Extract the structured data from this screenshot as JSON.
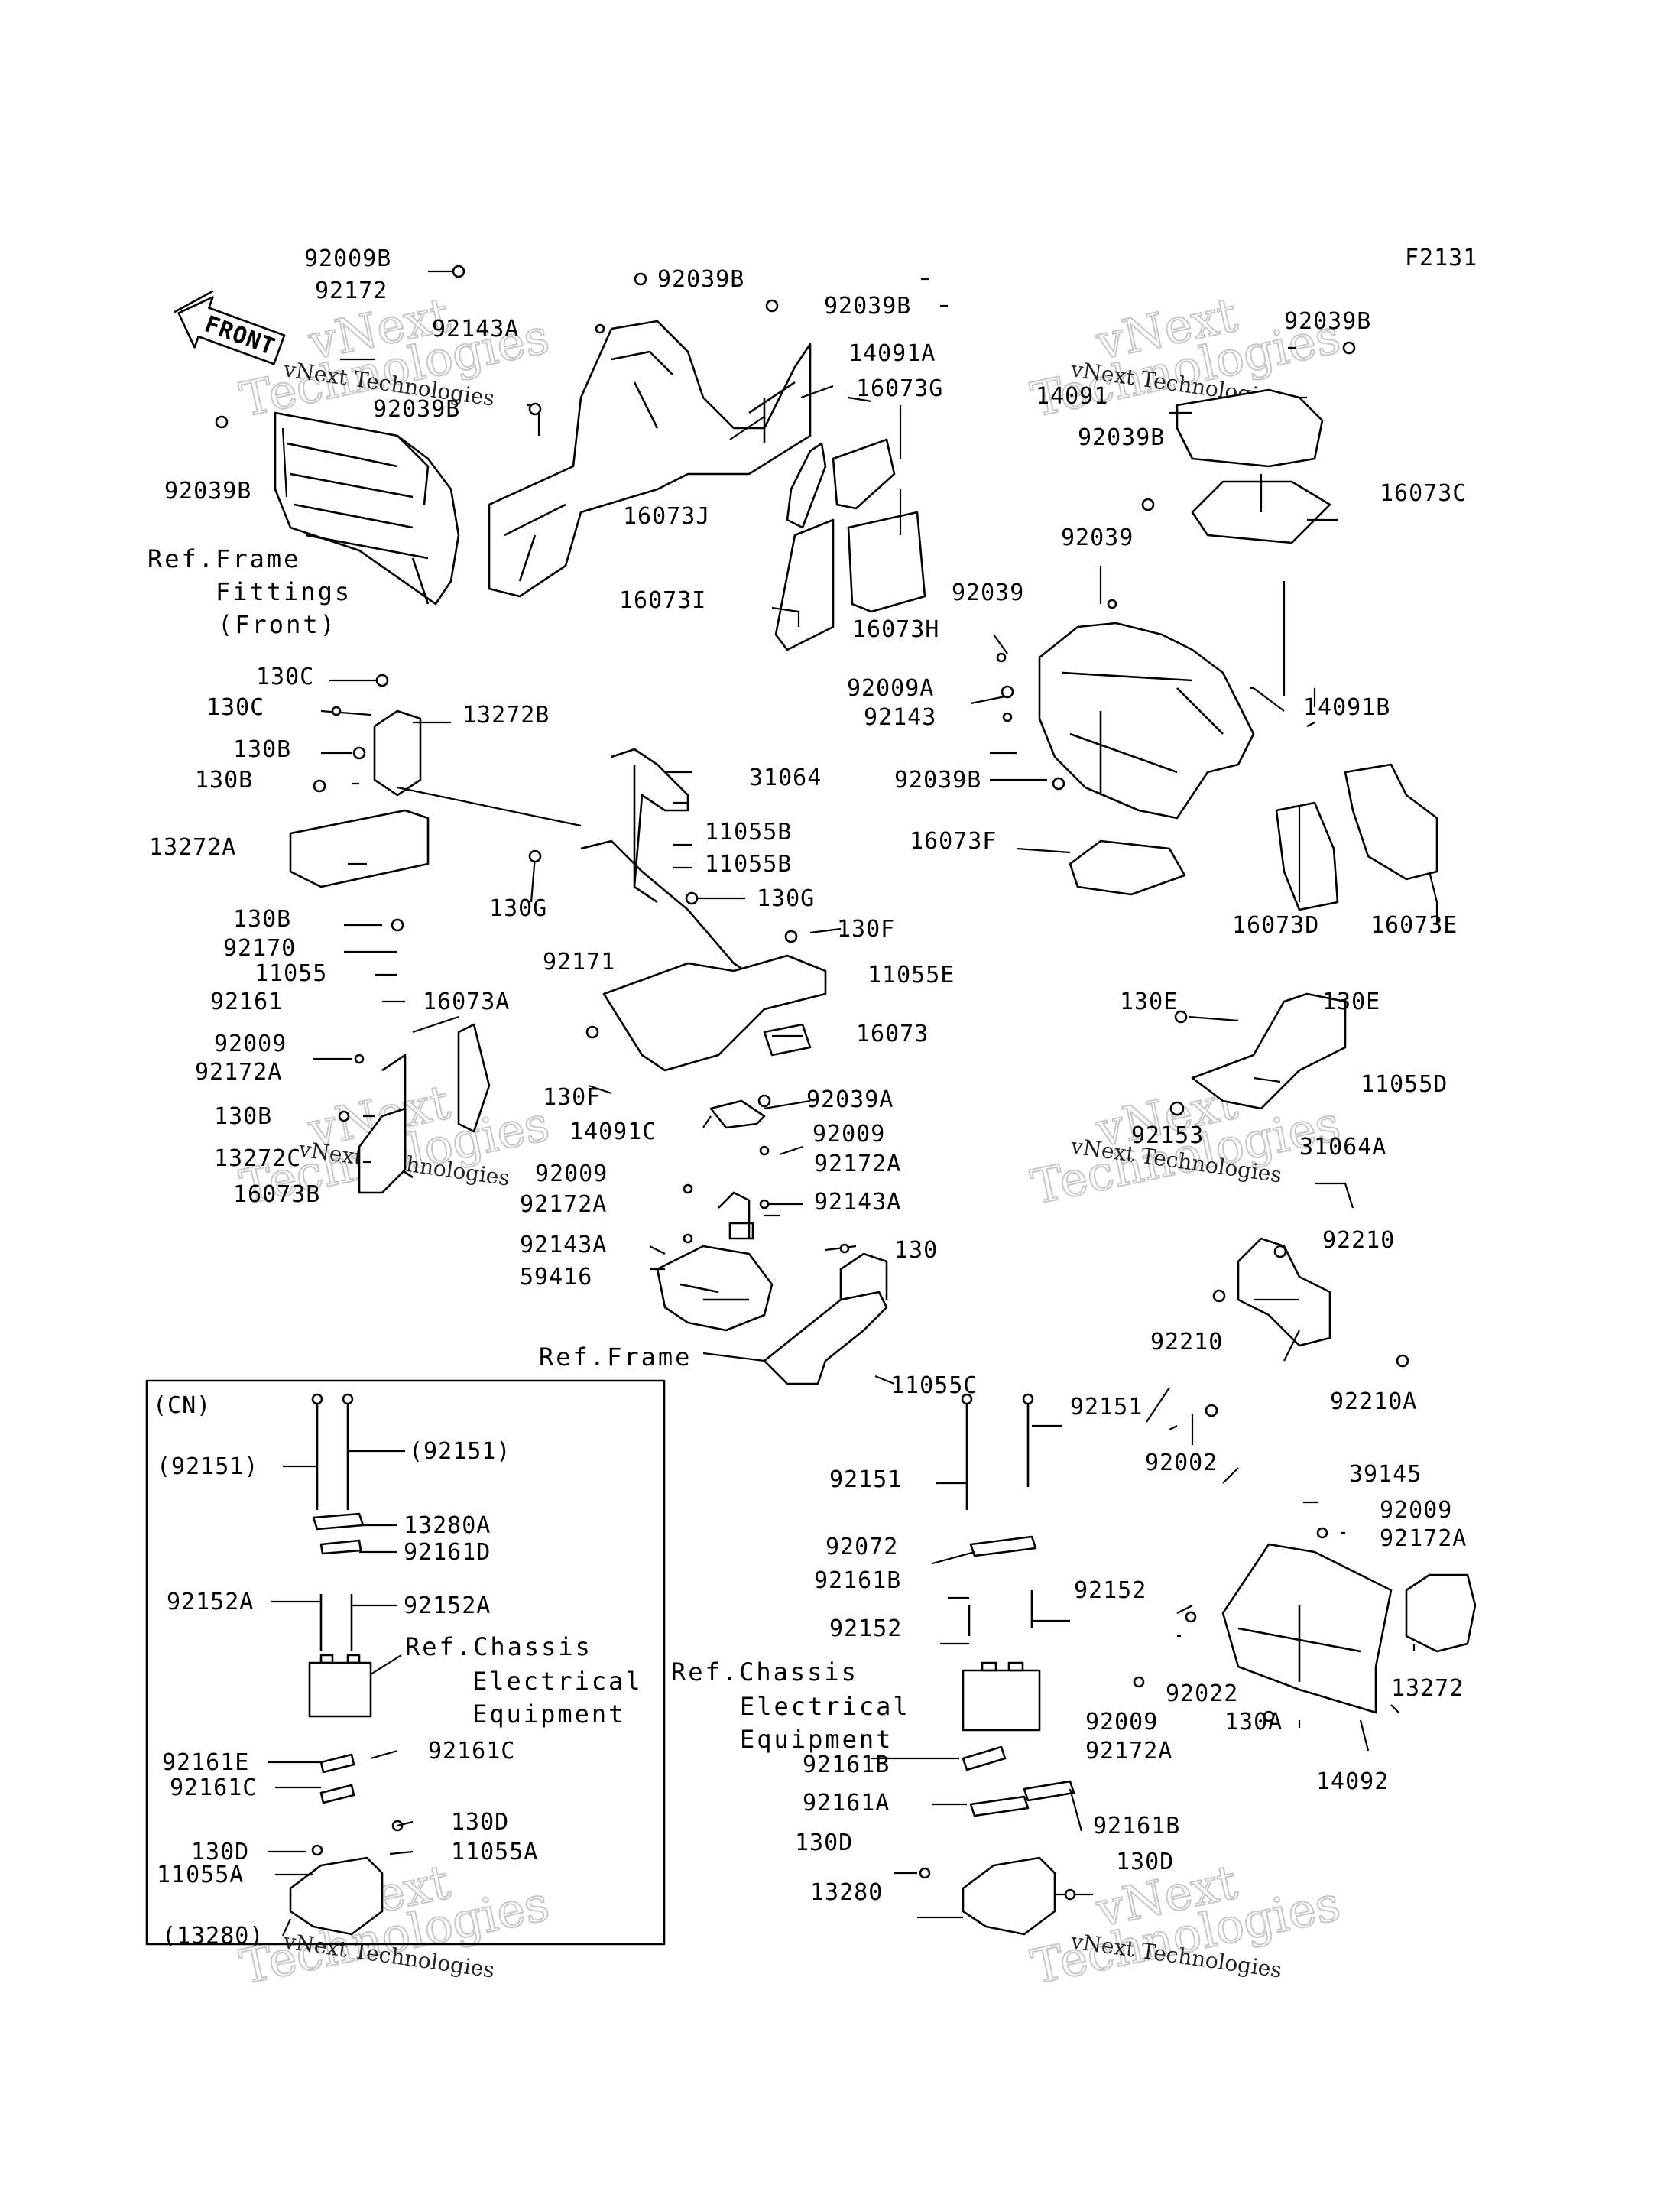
{
  "figure_id": "F2131",
  "front_arrow": "FRONT",
  "watermark": {
    "small": "vNext Technologies",
    "big_line1": "vNext",
    "big_line2": "Technologies"
  },
  "inset_title": "(CN)",
  "notes": {
    "ref_frame_fittings_1": "Ref.Frame",
    "ref_frame_fittings_2": "Fittings",
    "ref_frame_fittings_3": "(Front)",
    "ref_frame": "Ref.Frame",
    "ref_chassis_1": "Ref.Chassis",
    "ref_chassis_2": "Electrical",
    "ref_chassis_3": "Equipment",
    "cn_ref_chassis_1": "Ref.Chassis",
    "cn_ref_chassis_2": "Electrical",
    "cn_ref_chassis_3": "Equipment"
  },
  "parts": [
    "92009B",
    "92172",
    "92039B",
    "92039B",
    "92143A",
    "14091A",
    "16073G",
    "92039B",
    "92039B",
    "16073J",
    "16073I",
    "16073H",
    "92039B",
    "14091",
    "92039B",
    "16073C",
    "92039",
    "92039",
    "92009A",
    "92143",
    "14091B",
    "92039B",
    "16073F",
    "16073D",
    "16073E",
    "130C",
    "130C",
    "13272B",
    "130B",
    "130B",
    "13272A",
    "31064",
    "11055B",
    "11055B",
    "130G",
    "130G",
    "130B",
    "92170",
    "11055",
    "92161",
    "16073A",
    "92009",
    "92172A",
    "130B",
    "13272C",
    "16073B",
    "130F",
    "92171",
    "11055E",
    "16073",
    "130F",
    "92039A",
    "14091C",
    "92009",
    "92172A",
    "92009",
    "92172A",
    "92143A",
    "92143A",
    "59416",
    "130",
    "11055C",
    "130E",
    "130E",
    "11055D",
    "92153",
    "31064A",
    "92210",
    "92210",
    "92210A",
    "92002",
    "92151",
    "92151",
    "92072",
    "92161B",
    "92152",
    "92152",
    "92161B",
    "92161A",
    "92161B",
    "130D",
    "130D",
    "13280",
    "39145",
    "92009",
    "92172A",
    "92022",
    "13272",
    "92009",
    "92172A",
    "130A",
    "14092",
    "(92151)",
    "(92151)",
    "13280A",
    "92161D",
    "92152A",
    "92152A",
    "92161E",
    "92161C",
    "92161C",
    "130D",
    "130D",
    "11055A",
    "11055A",
    "(13280)"
  ]
}
